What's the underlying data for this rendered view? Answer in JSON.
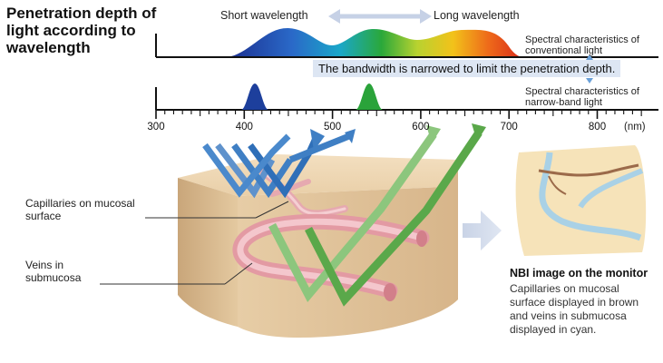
{
  "title": "Penetration depth of light according to wavelength",
  "short_wavelength": "Short wavelength",
  "long_wavelength": "Long wavelength",
  "conventional_label": "Spectral characteristics of conventional light",
  "narrow_label": "Spectral characteristics of narrow-band light",
  "band_note": "The bandwidth is narrowed to limit the penetration depth.",
  "axis": {
    "unit": "(nm)",
    "ticks": [
      "300",
      "400",
      "500",
      "600",
      "700",
      "800"
    ]
  },
  "capillaries_label": "Capillaries on mucosal surface",
  "veins_label": "Veins in submucosa",
  "nbi_title": "NBI image on the monitor",
  "nbi_description": "Capillaries on mucosal surface displayed in brown and veins in submucosa displayed in cyan.",
  "colors": {
    "blue_light": "#3f7fc4",
    "green_light": "#54a848",
    "capillary": "#9b6a4a",
    "vein": "#9cc9e0",
    "note_bg": "#dde6f3"
  }
}
